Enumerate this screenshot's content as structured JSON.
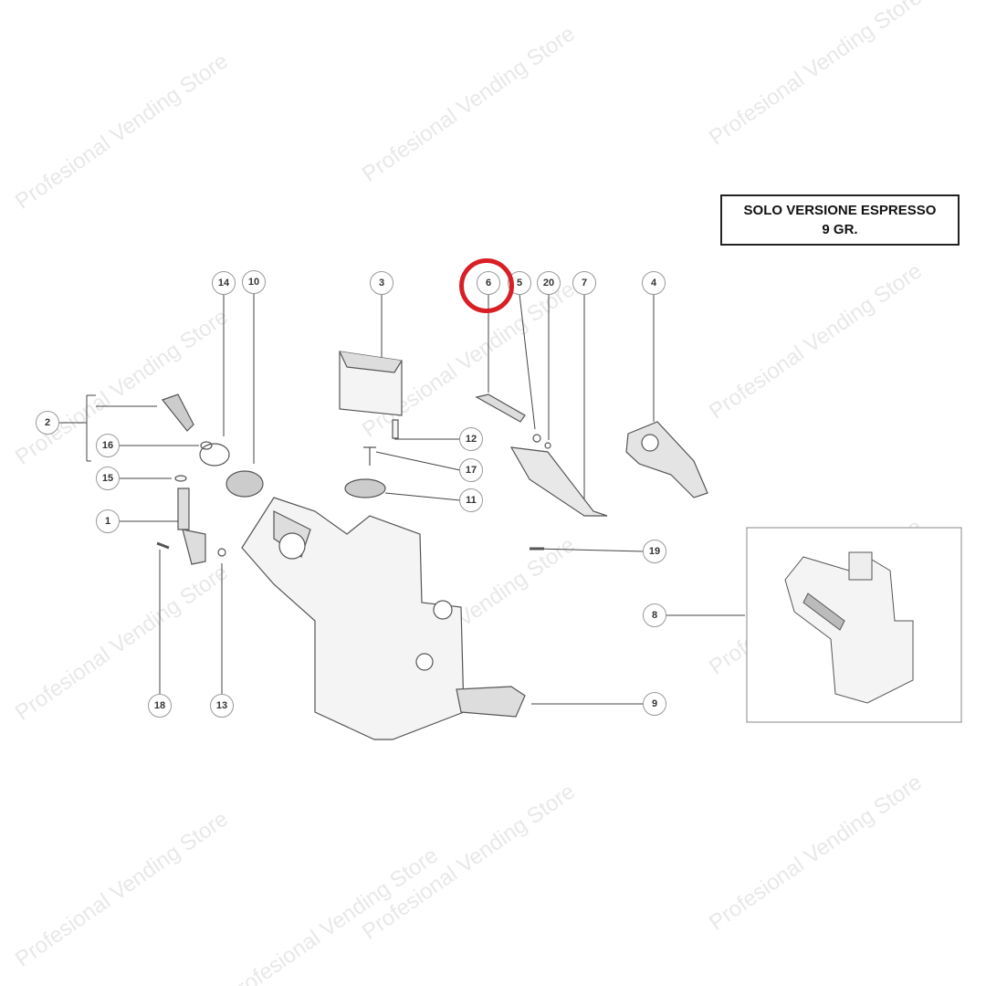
{
  "title_box": {
    "line1": "SOLO VERSIONE ESPRESSO",
    "line2": "9 GR."
  },
  "watermark": "Profesional Vending Store",
  "highlighted_part": "6",
  "highlight_color": "#d81f26",
  "callouts": [
    "1",
    "2",
    "3",
    "4",
    "5",
    "6",
    "7",
    "8",
    "9",
    "10",
    "11",
    "12",
    "13",
    "14",
    "15",
    "16",
    "17",
    "18",
    "19",
    "20"
  ]
}
